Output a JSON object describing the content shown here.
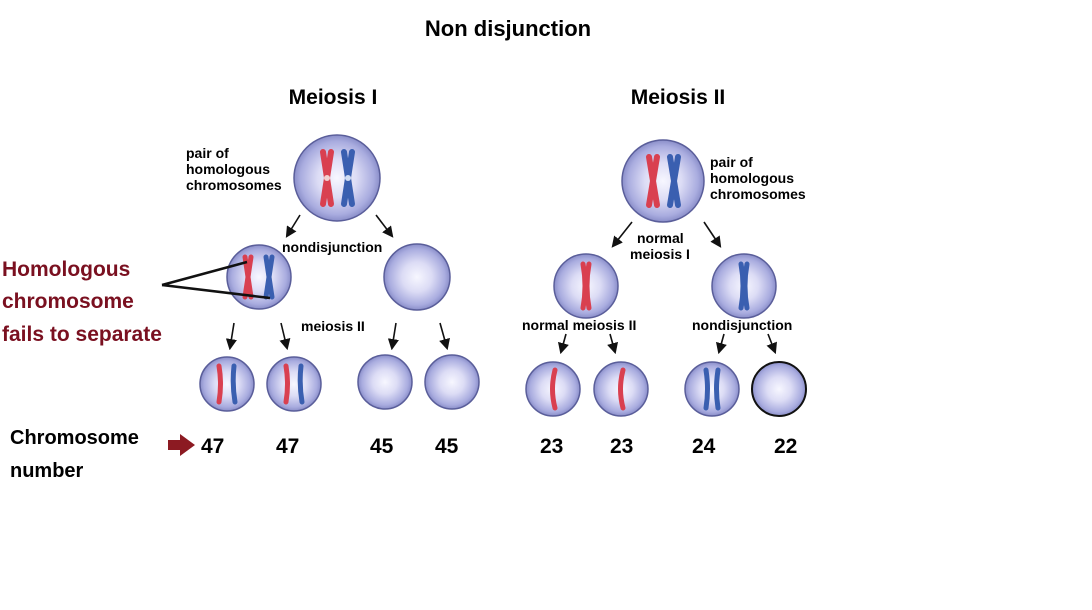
{
  "title": "Non disjunction",
  "meiosis1": {
    "heading": "Meiosis I",
    "parent_label": [
      "pair of",
      "homologous",
      "chromosomes"
    ],
    "step1_label": "nondisjunction",
    "step2_label": "meiosis II",
    "counts": [
      "47",
      "47",
      "45",
      "45"
    ]
  },
  "meiosis2": {
    "heading": "Meiosis II",
    "parent_label": [
      "pair of",
      "homologous",
      "chromosomes"
    ],
    "step1_label": [
      "normal",
      "meiosis I"
    ],
    "left_step2_label": "normal meiosis II",
    "right_step2_label": "nondisjunction",
    "counts": [
      "23",
      "23",
      "24",
      "22"
    ]
  },
  "callout": [
    "Homologous",
    "chromosome",
    "fails to separate"
  ],
  "chromosome_number_label": [
    "Chromosome",
    "number"
  ],
  "colors": {
    "red_chromosome": "#d94050",
    "blue_chromosome": "#3a5fb0",
    "cell_fill": "#b6b9e6",
    "callout_text": "#7a1020",
    "arrow_marker": "#8c1a22"
  }
}
